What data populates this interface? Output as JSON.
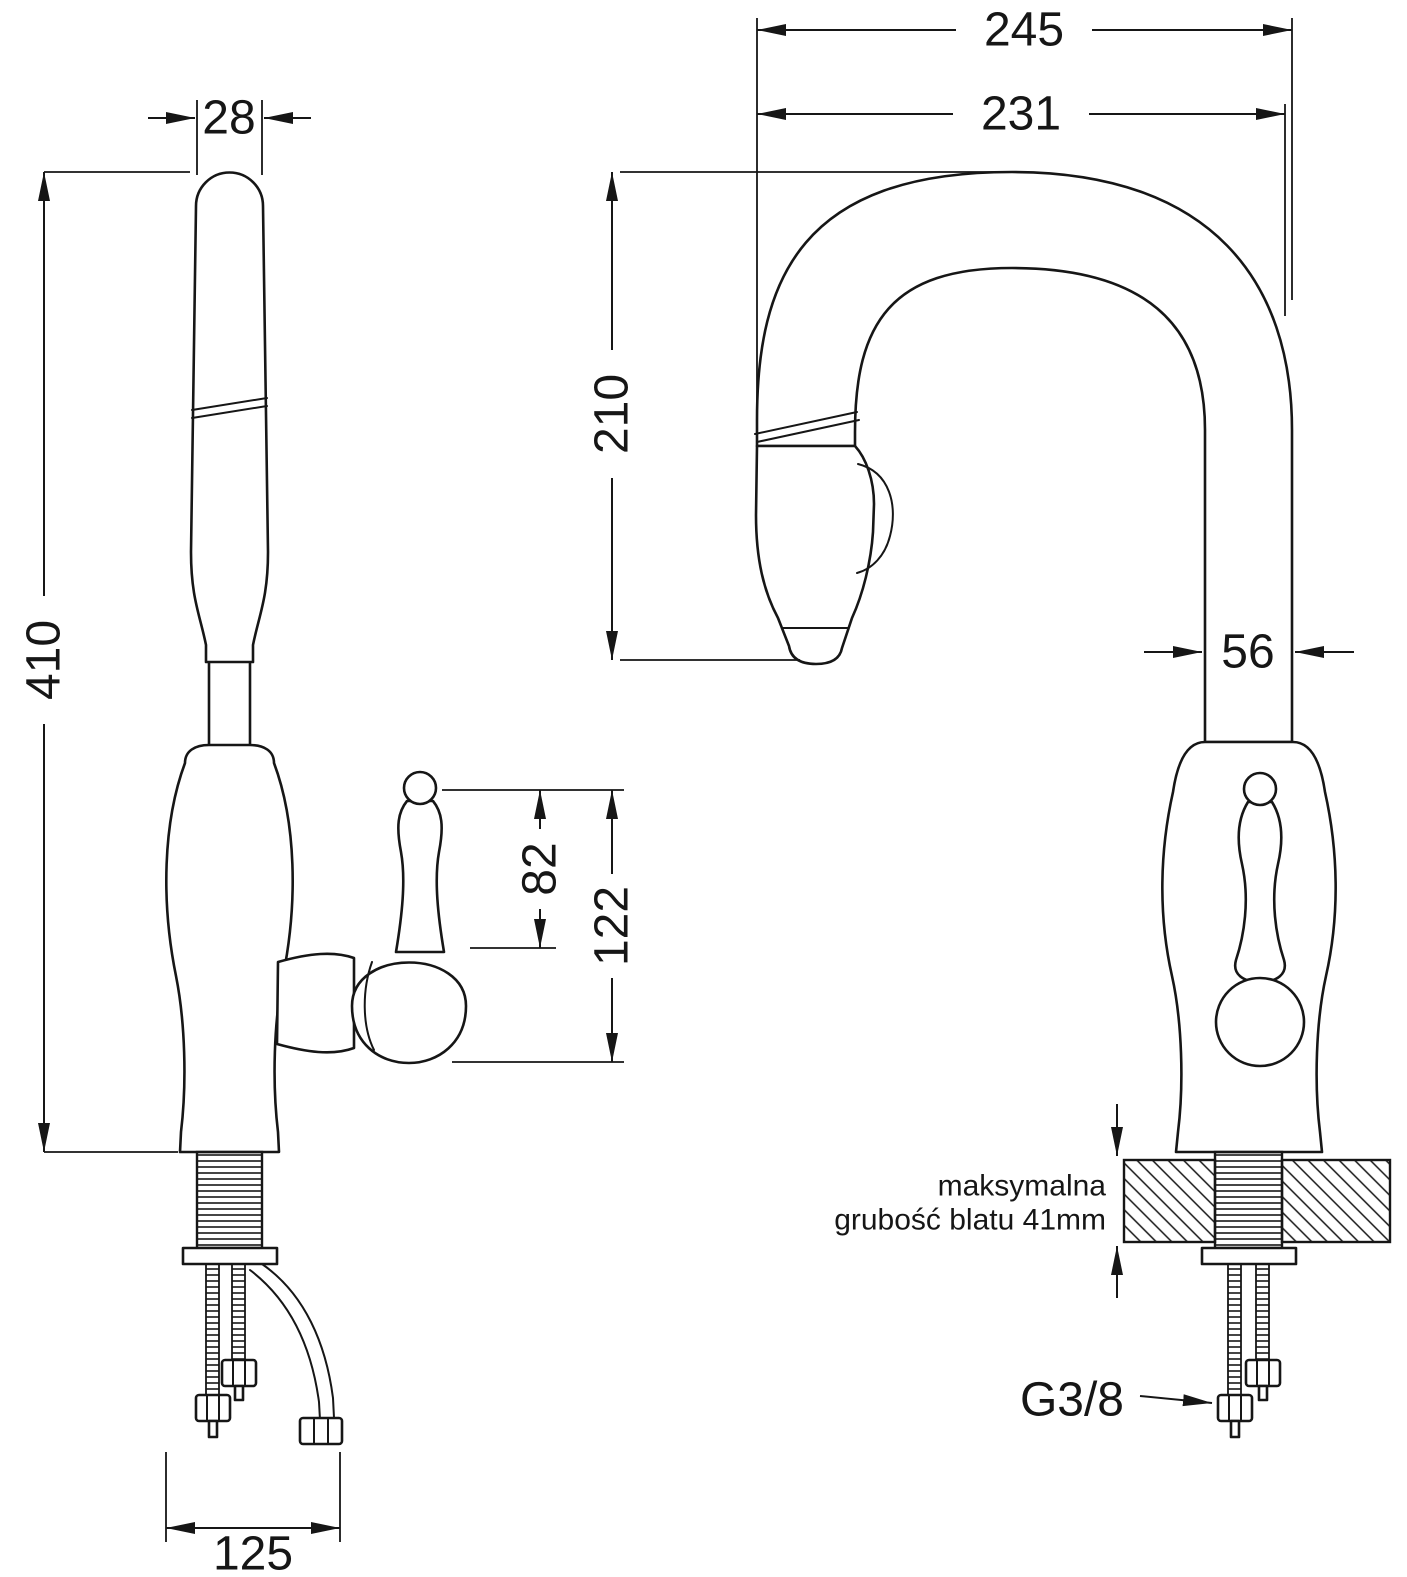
{
  "drawing": {
    "left_view": {
      "dim_spout_width": "28",
      "dim_total_height": "410",
      "dim_lever_height": "82",
      "dim_handle_height": "122",
      "dim_base_width": "125"
    },
    "right_view": {
      "dim_overall_width": "245",
      "dim_spout_reach": "231",
      "dim_spout_height": "210",
      "dim_pipe_width": "56",
      "note_line1": "maksymalna",
      "note_line2": "grubość blatu 41mm",
      "thread_label": "G3/8"
    }
  },
  "colors": {
    "line": "#161616",
    "background": "#ffffff"
  }
}
